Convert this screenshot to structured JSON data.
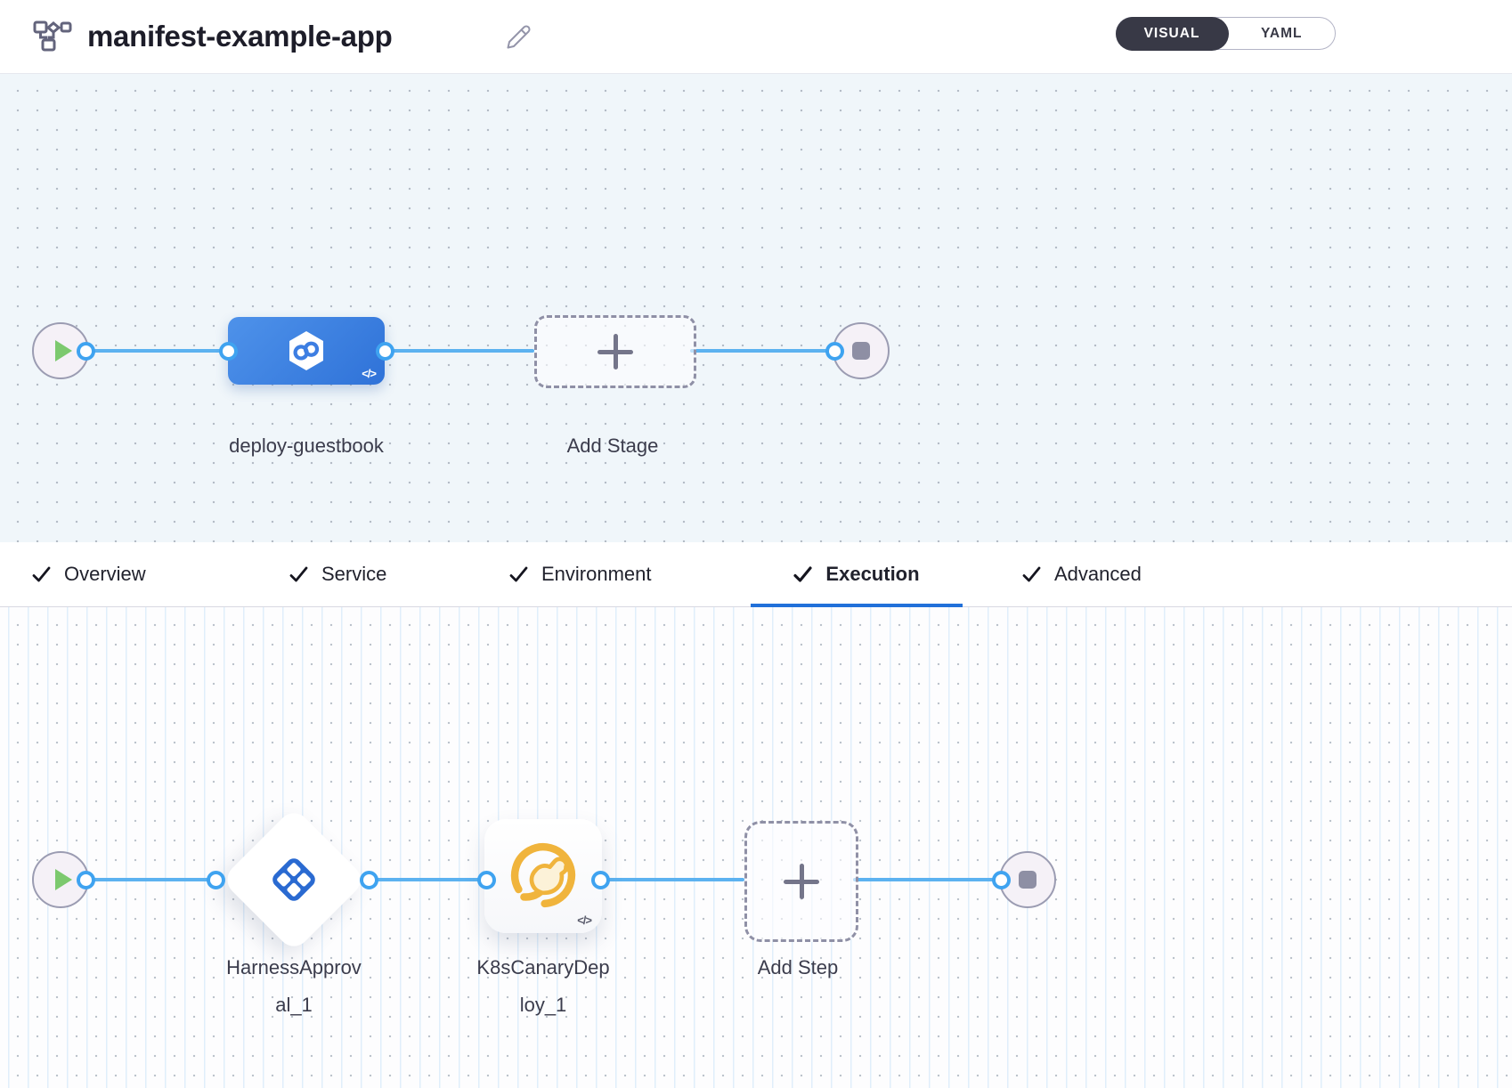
{
  "header": {
    "title": "manifest-example-app",
    "view_toggle": {
      "visual_label": "VISUAL",
      "yaml_label": "YAML",
      "selected": "VISUAL"
    }
  },
  "stage_pipeline": {
    "stage_name": "deploy-guestbook",
    "stage_code_glyph": "</>",
    "add_stage_label": "Add Stage"
  },
  "tabs": {
    "items": [
      {
        "label": "Overview",
        "checked": true,
        "active": false
      },
      {
        "label": "Service",
        "checked": true,
        "active": false
      },
      {
        "label": "Environment",
        "checked": true,
        "active": false
      },
      {
        "label": "Execution",
        "checked": true,
        "active": true
      },
      {
        "label": "Advanced",
        "checked": true,
        "active": false
      }
    ]
  },
  "execution_pipeline": {
    "steps": [
      {
        "name": "HarnessApproval_1",
        "type": "harness-approval"
      },
      {
        "name": "K8sCanaryDeploy_1",
        "type": "k8s-canary-deploy",
        "code_glyph": "</>"
      }
    ],
    "add_step_label": "Add Step"
  },
  "icons": {
    "header_left": "pipeline-graph-icon",
    "header_edit": "edit-pencil-icon",
    "stage_node": "deployment-hexagon-infinity-icon",
    "approval_step": "approval-diamond-icon",
    "canary_step": "canary-bird-icon",
    "tab_prefix": "checkmark-icon",
    "start": "play-icon",
    "end": "stop-icon"
  },
  "colors": {
    "edge_blue": "#5cb2f0",
    "port_blue": "#3fa3f0",
    "accent_blue": "#2170d9",
    "stage_gradient_start": "#4e92ea",
    "stage_gradient_end": "#2f72d8",
    "approval_blue": "#2a6ad1",
    "canary_yellow": "#f0b43c",
    "play_green": "#7cc96e",
    "toggle_dark": "#383946",
    "canvas_blue_bg": "#f0f6fa"
  }
}
